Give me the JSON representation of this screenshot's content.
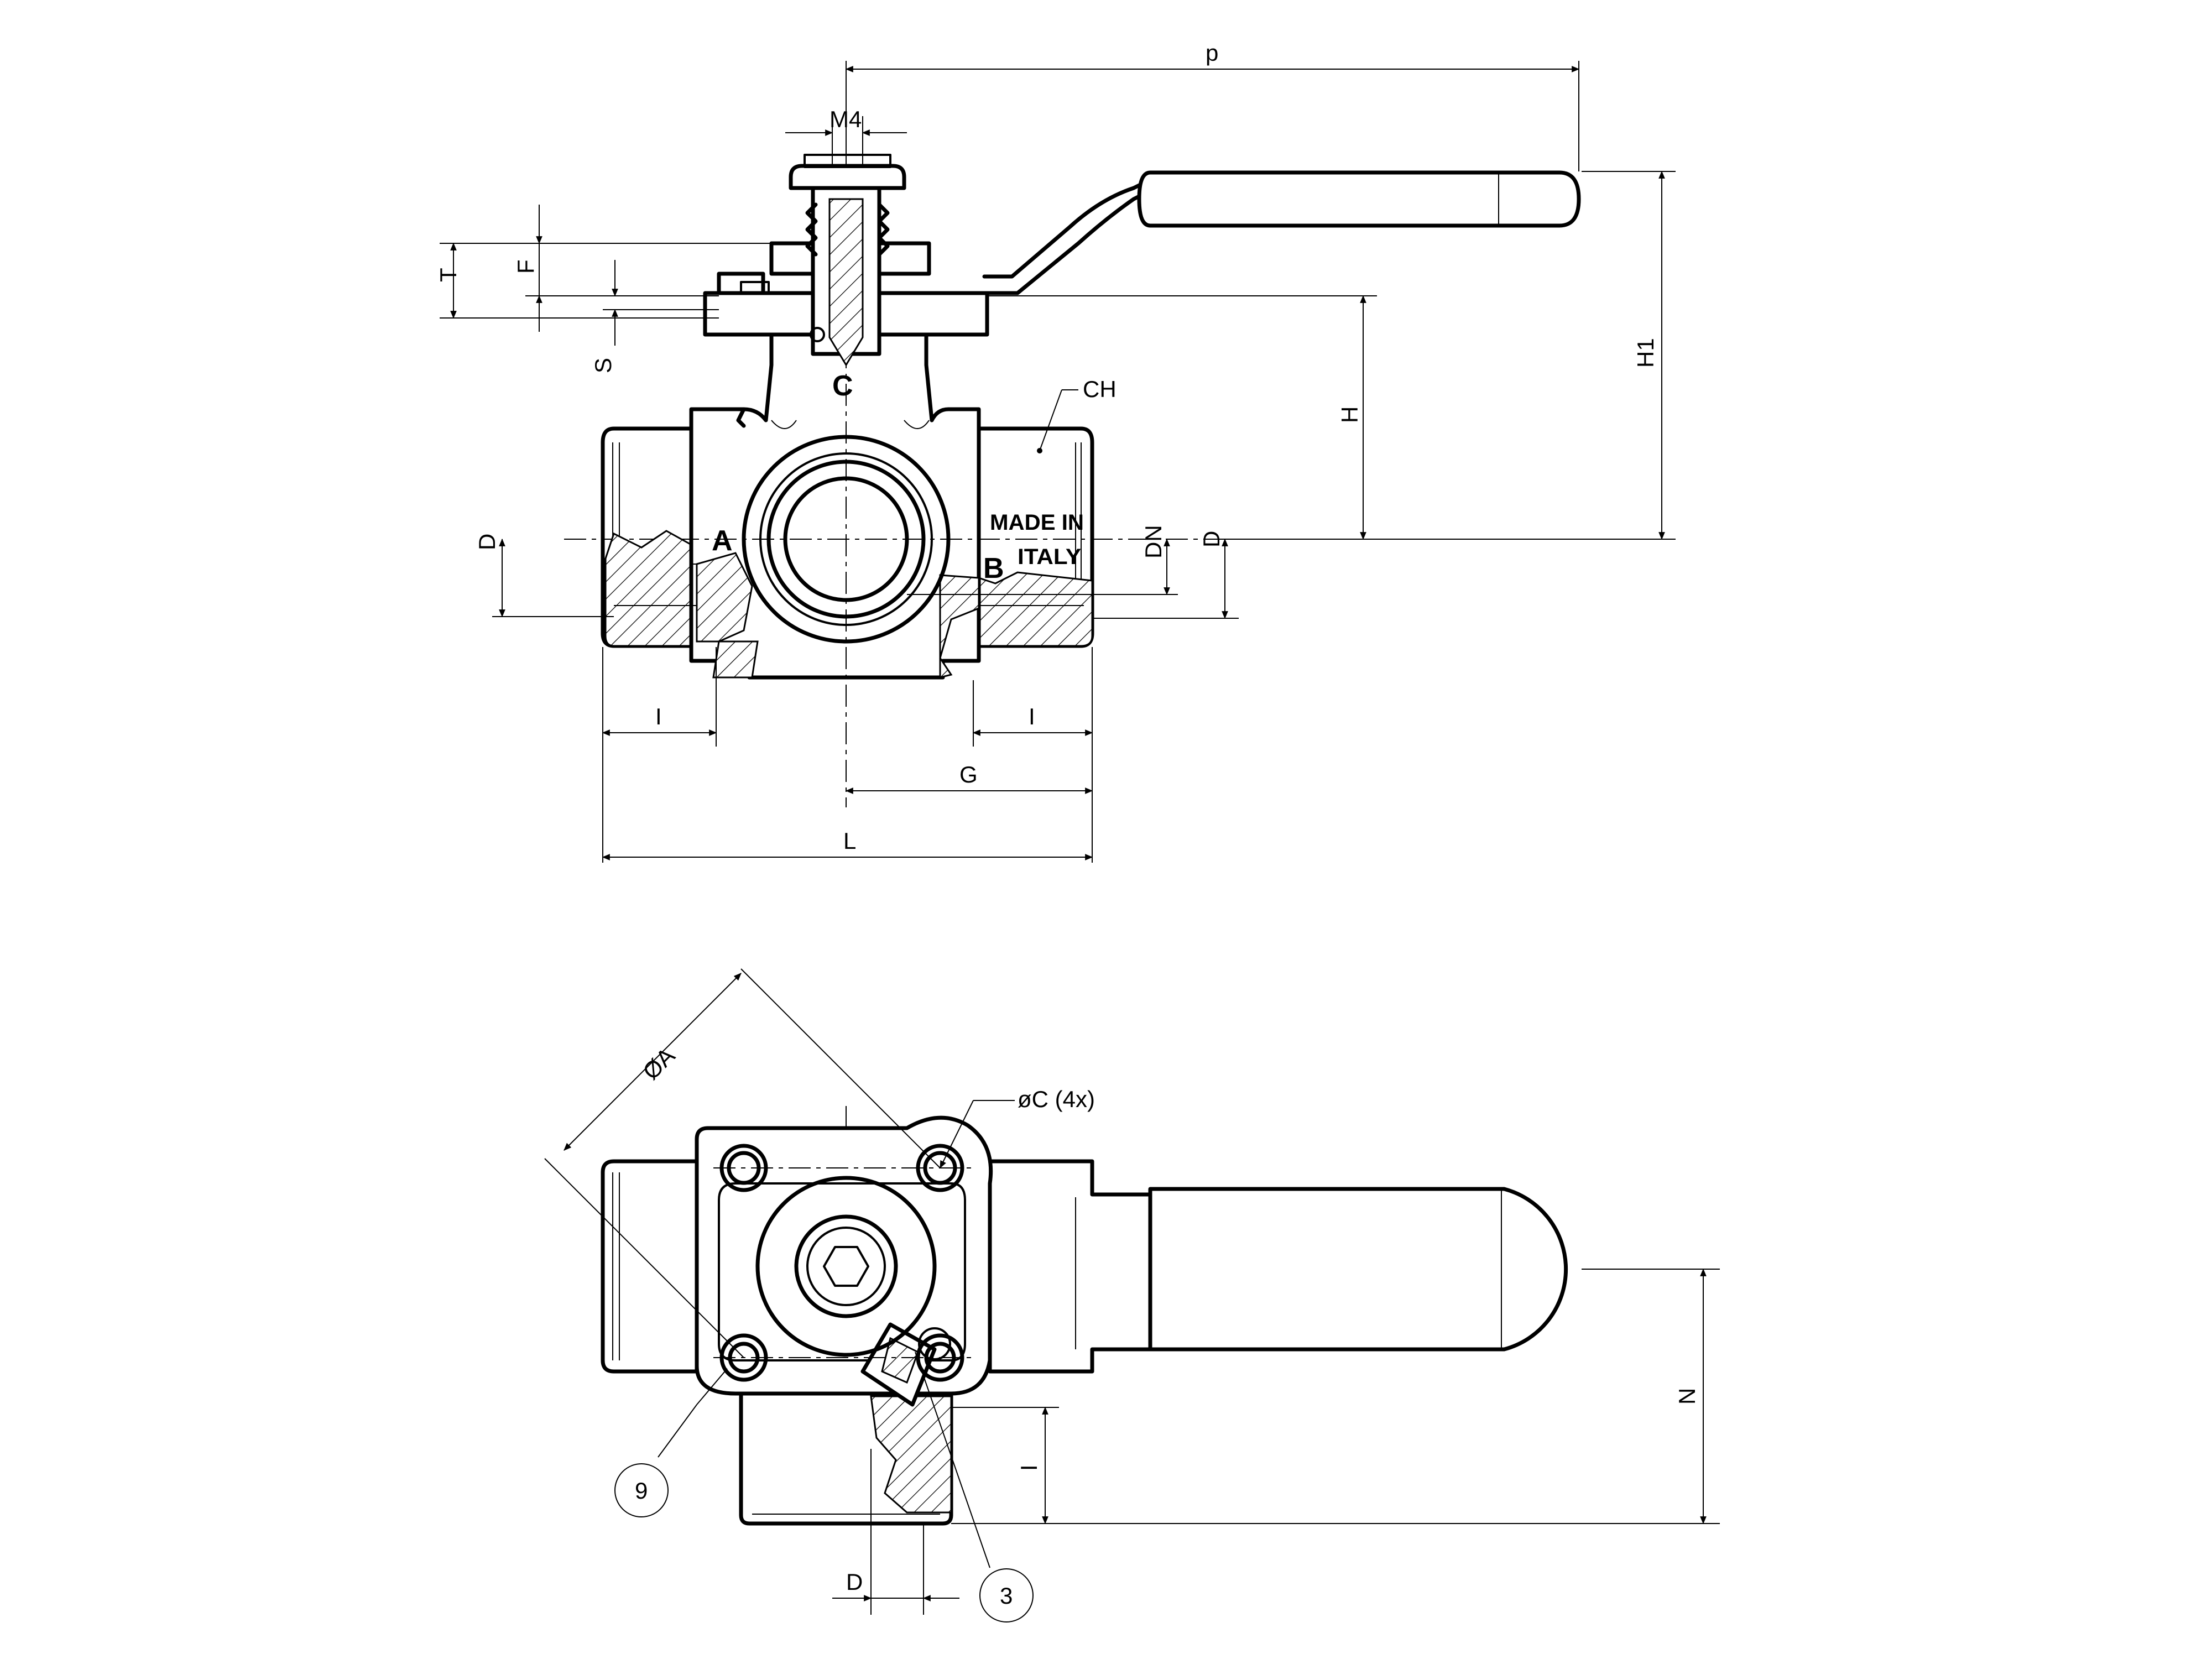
{
  "dimensions": {
    "p": "p",
    "m4": "M4",
    "t": "T",
    "f": "F",
    "s": "S",
    "h": "H",
    "h1": "H1",
    "d": "D",
    "dn": "DN",
    "i": "I",
    "g": "G",
    "l": "L",
    "dia_a": "ØA",
    "dia_c": "øC (4x)",
    "n": "N",
    "ch": "CH"
  },
  "ports": {
    "a": "A",
    "b": "B",
    "c": "C"
  },
  "body_marking": {
    "line1": "MADE IN",
    "line2": "ITALY"
  },
  "balloons": {
    "item_9": "9",
    "item_3": "3"
  }
}
